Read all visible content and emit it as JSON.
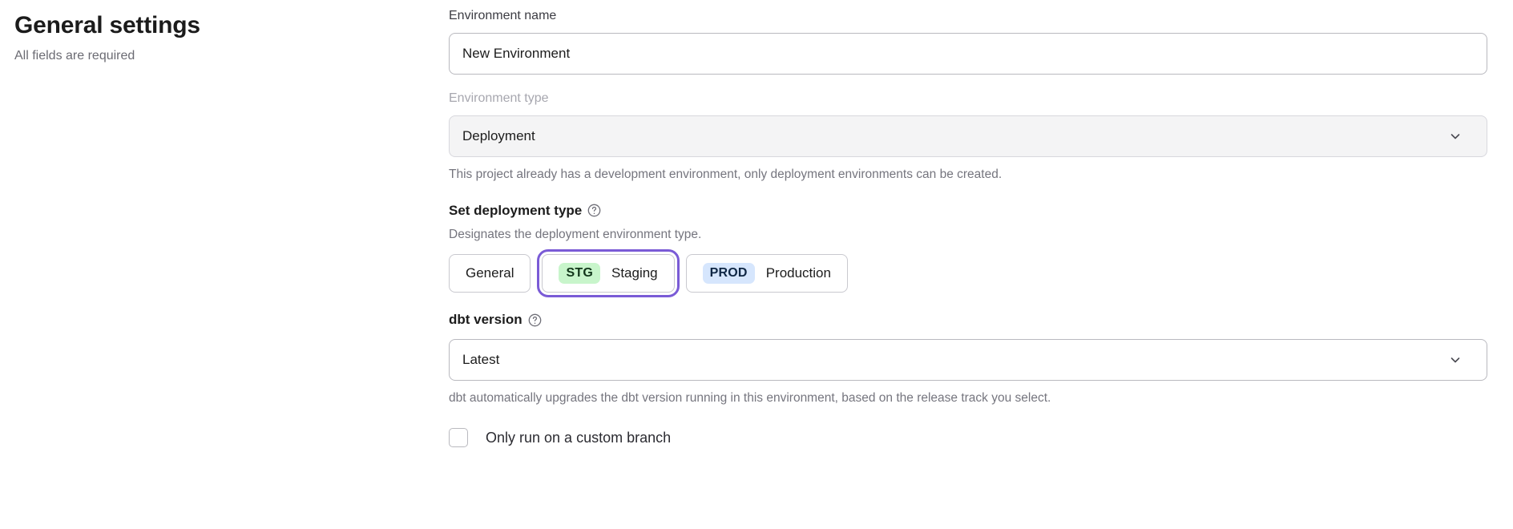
{
  "header": {
    "title": "General settings",
    "subtitle": "All fields are required"
  },
  "form": {
    "environment_name": {
      "label": "Environment name",
      "value": "New Environment",
      "placeholder": "Environment name"
    },
    "environment_type": {
      "label": "Environment type",
      "value": "Deployment",
      "disabled": true,
      "help": "This project already has a development environment, only deployment environments can be created.",
      "chevron_icon": "chevron-down-icon"
    },
    "deployment_type": {
      "label": "Set deployment type",
      "help_icon": "question-circle-icon",
      "description": "Designates the deployment environment type.",
      "options": [
        {
          "badge": "",
          "label": "General",
          "selected": false
        },
        {
          "badge": "STG",
          "label": "Staging",
          "selected": true
        },
        {
          "badge": "PROD",
          "label": "Production",
          "selected": false
        }
      ]
    },
    "dbt_version": {
      "label": "dbt version",
      "help_icon": "question-circle-icon",
      "value": "Latest",
      "help": "dbt automatically upgrades the dbt version running in this environment, based on the release track you select.",
      "chevron_icon": "chevron-down-icon"
    },
    "custom_branch": {
      "label": "Only run on a custom branch",
      "checked": false
    }
  },
  "colors": {
    "focus_ring": "#7a5bd6",
    "badge_stg_bg": "#c8f5cb",
    "badge_prod_bg": "#d6e6fd",
    "text_muted": "#75757e",
    "disabled_bg": "#f4f4f5"
  }
}
